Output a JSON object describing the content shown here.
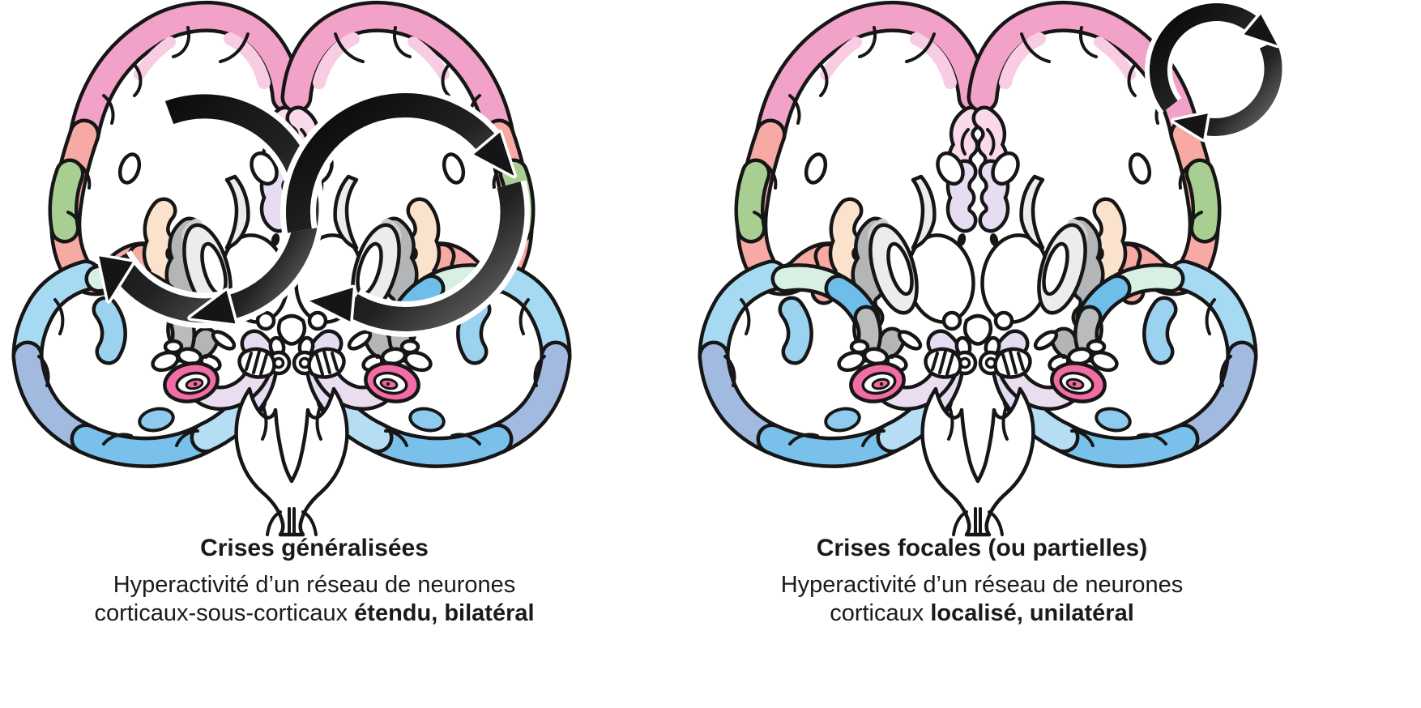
{
  "figure": {
    "type": "medical-diagram-epilepsy-seizure-types",
    "background_color": "#ffffff",
    "panels": [
      {
        "id": "crises-generalisees",
        "title": "Crises généralisées",
        "caption_line1": "Hyperactivité d’un réseau de neurones",
        "caption_line2_normal": "corticaux-sous-corticaux ",
        "caption_line2_bold": "étendu, bilatéral"
      },
      {
        "id": "crises-focales",
        "title": "Crises focales (ou partielles)",
        "caption_line1": "Hyperactivité d’un réseau de neurones",
        "caption_line2_normal": "corticaux ",
        "caption_line2_bold": "localisé, unilatéral"
      }
    ],
    "palette": {
      "cortex_pink": "#F2A2C8",
      "cortex_pink_light": "#F8CCE2",
      "medial_pink": "#FAD9EB",
      "medial_lavender": "#E7DDF3",
      "cortex_salmon": "#F7A9A3",
      "cortex_green": "#A8CE92",
      "cortex_peach": "#FBE2CD",
      "insula_gray": "#B3B5B7",
      "insula_gray_light": "#CDCFD1",
      "temporal_light_blue": "#A6D9F2",
      "temporal_mint": "#D8EFE4",
      "temporal_medium_blue": "#79C1EB",
      "temporal_periwinkle": "#A2B9E0",
      "temporal_lavender": "#E5DCF2",
      "parahippocampal_lavender": "#EBDDF0",
      "hippocampus_pink": "#F26CA5",
      "deep_structure_gray": "#ECECEC",
      "outline_black": "#161616",
      "arrow_black": "#151515"
    }
  }
}
